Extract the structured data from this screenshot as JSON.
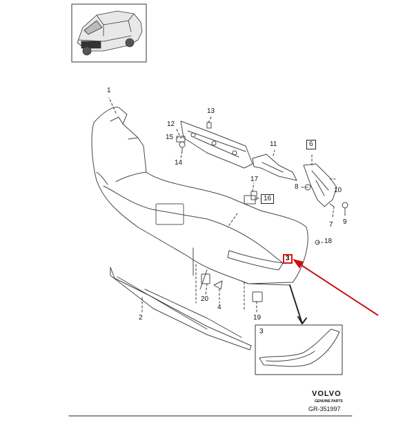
{
  "callouts": {
    "c1": "1",
    "c2": "2",
    "c3": "3",
    "c3_inset": "3",
    "c4": "4",
    "c6": "6",
    "c7": "7",
    "c8": "8",
    "c9": "9",
    "c10": "10",
    "c11": "11",
    "c12": "12",
    "c13": "13",
    "c14": "14",
    "c15": "15",
    "c16": "16",
    "c17": "17",
    "c18": "18",
    "c19": "19",
    "c20": "20"
  },
  "brand": {
    "name": "VOLVO",
    "tagline": "GENUINE PARTS",
    "ref": "GR-351997"
  },
  "colors": {
    "line": "#444444",
    "arrow": "#cc1111",
    "highlight": "#d11111"
  }
}
